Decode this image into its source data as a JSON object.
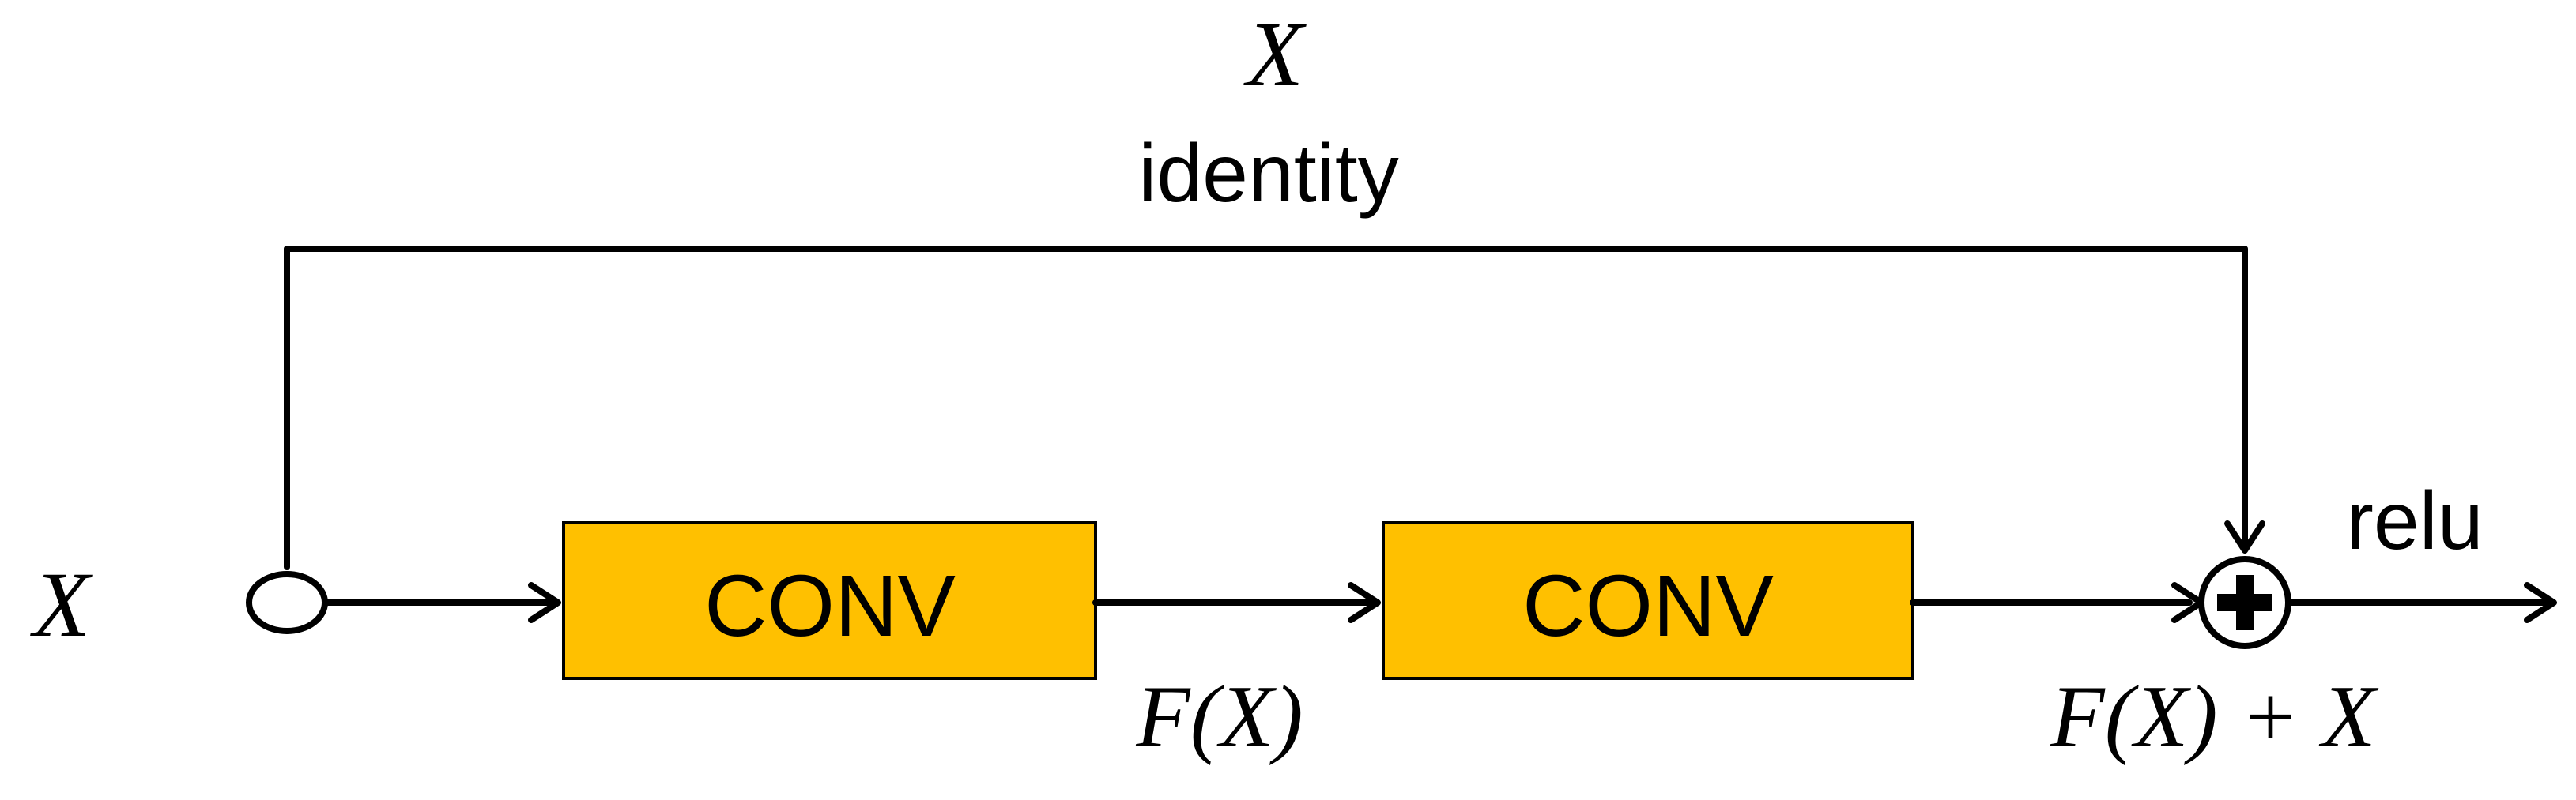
{
  "colors": {
    "line": "#000000",
    "block_fill": "#FFC000",
    "block_stroke": "#000000",
    "background": "#FFFFFF"
  },
  "input_label": "X",
  "skip": {
    "top_label": "X",
    "identity_label": "identity"
  },
  "blocks": [
    {
      "label": "CONV"
    },
    {
      "label": "CONV"
    }
  ],
  "residual_label": "F(X)",
  "sum_label": "F(X) + X",
  "output_label": "relu",
  "sum_icon": "circled-plus-icon",
  "split_icon": "split-node-icon"
}
